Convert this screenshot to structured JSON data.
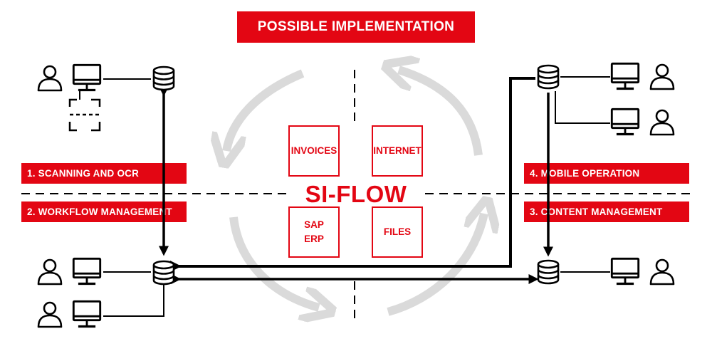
{
  "title": "POSSIBLE IMPLEMENTATION",
  "center_label": "SI-FLOW",
  "boxes": {
    "invoices": "INVOICES",
    "internet": "INTERNET",
    "sap_erp": "SAP\nERP",
    "files": "FILES"
  },
  "labels": {
    "scanning": "1. SCANNING AND OCR",
    "workflow": "2. WORKFLOW MANAGEMENT",
    "content": "3. CONTENT MANAGEMENT",
    "mobile": "4. MOBILE OPERATION"
  },
  "colors": {
    "accent": "#e30613",
    "cycle": "#dadada",
    "ink": "#000000"
  }
}
